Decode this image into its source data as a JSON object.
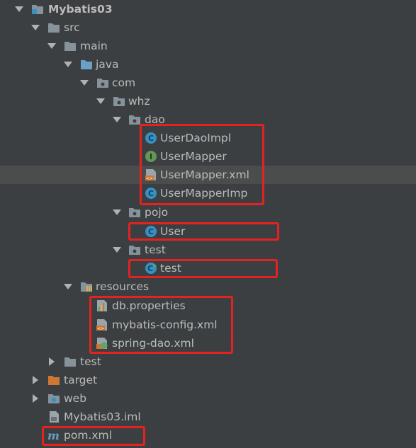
{
  "tree": {
    "project": "Mybatis03",
    "src": "src",
    "main": "main",
    "java": "java",
    "com": "com",
    "whz": "whz",
    "dao": "dao",
    "dao_items": [
      "UserDaoImpl",
      "UserMapper",
      "UserMapper.xml",
      "UserMapperImp"
    ],
    "pojo": "pojo",
    "pojo_items": [
      "User"
    ],
    "test_pkg": "test",
    "test_items": [
      "test"
    ],
    "resources": "resources",
    "resource_items": [
      "db.properties",
      "mybatis-config.xml",
      "spring-dao.xml"
    ],
    "src_test": "test",
    "target": "target",
    "web": "web",
    "iml": "Mybatis03.iml",
    "pom": "pom.xml"
  },
  "colors": {
    "background": "#3c3f41",
    "selected_row": "#4b4d4d",
    "text": "#bbbbbb",
    "folder": "#87939a",
    "source_folder": "#6aa0c7",
    "class_icon": "#3592c4",
    "interface_icon": "#629755",
    "excluded_folder": "#cc7832",
    "highlight": "#e52222"
  }
}
